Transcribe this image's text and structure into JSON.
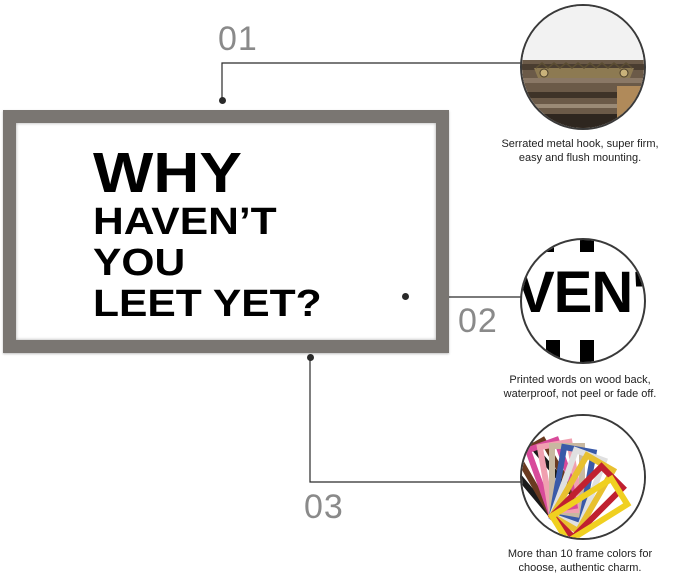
{
  "callouts": [
    {
      "number": "01",
      "caption_line1": "Serrated metal hook, super firm,",
      "caption_line2": "easy and flush mounting."
    },
    {
      "number": "02",
      "caption_line1": "Printed words on wood back,",
      "caption_line2": "waterproof, not peel or fade off.",
      "zoom_text": "VEN'"
    },
    {
      "number": "03",
      "caption_line1": "More than 10 frame colors for",
      "caption_line2": "choose, authentic charm."
    }
  ],
  "sign": {
    "line1": "WHY",
    "line2": "HAVEN’T",
    "line3": "YOU",
    "line4": "LEET YET?"
  },
  "colors": {
    "frame": "#7a7672",
    "number_gray": "#8a8a8a",
    "leader_line": "#2a2a2a"
  }
}
